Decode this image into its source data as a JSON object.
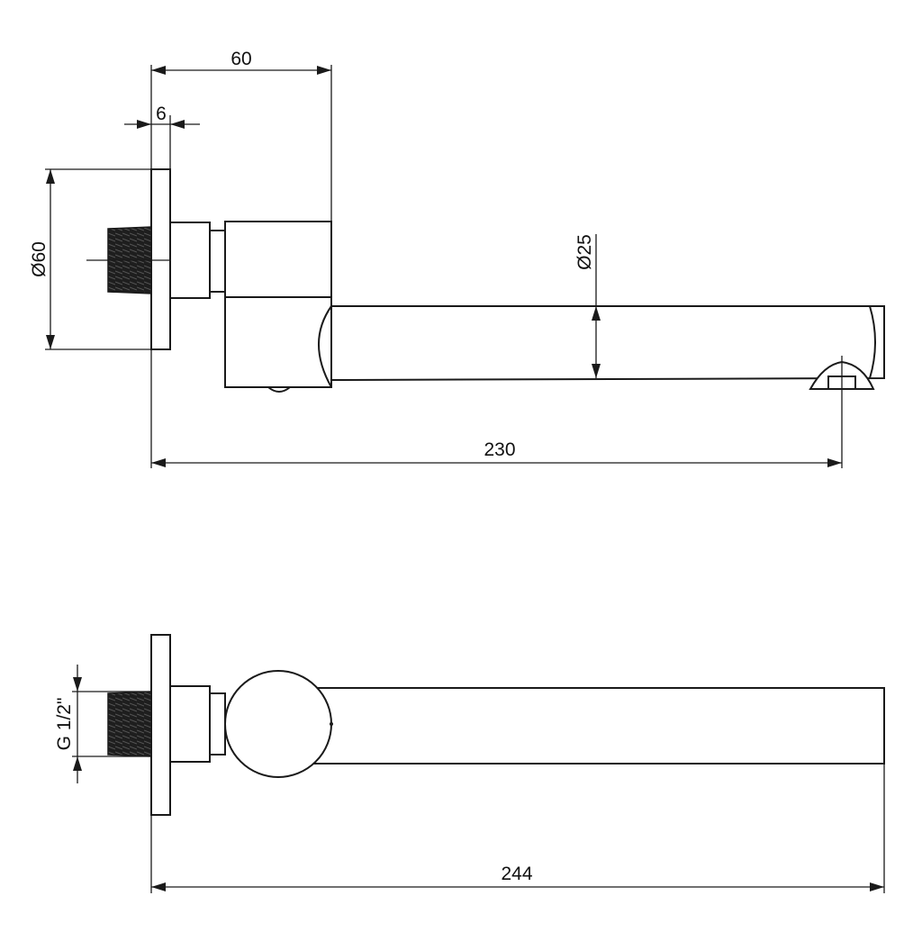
{
  "colors": {
    "line": "#1a1a1a",
    "background": "#ffffff",
    "thread": "#1e1e1e"
  },
  "side_view": {
    "dim_width_total": "60",
    "dim_plate_thickness": "6",
    "dim_plate_diameter": "Ø60",
    "dim_spout_diameter": "Ø25",
    "dim_projection": "230"
  },
  "top_view": {
    "dim_thread": "G 1/2\"",
    "dim_length": "244"
  }
}
